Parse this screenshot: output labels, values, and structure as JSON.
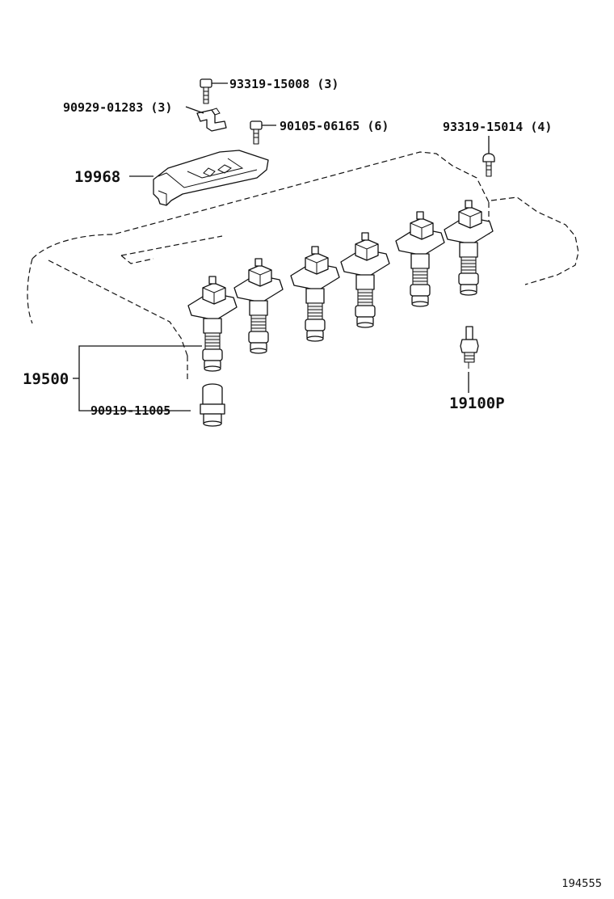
{
  "diagram": {
    "parts": [
      {
        "id": "bolt-top",
        "label": "93319-15008",
        "qty": "(3)"
      },
      {
        "id": "bracket",
        "label": "90929-01283",
        "qty": "(3)"
      },
      {
        "id": "bolt-mid",
        "label": "90105-06165",
        "qty": "(6)"
      },
      {
        "id": "bolt-right",
        "label": "93319-15014",
        "qty": "(4)"
      },
      {
        "id": "cover",
        "label": "19968",
        "qty": ""
      },
      {
        "id": "coil",
        "label": "19500",
        "qty": ""
      },
      {
        "id": "boot",
        "label": "90919-11005",
        "qty": ""
      },
      {
        "id": "spark-plug",
        "label": "19100P",
        "qty": ""
      }
    ],
    "figure_id": "194555"
  },
  "colors": {
    "line": "#111111",
    "background": "#ffffff"
  }
}
